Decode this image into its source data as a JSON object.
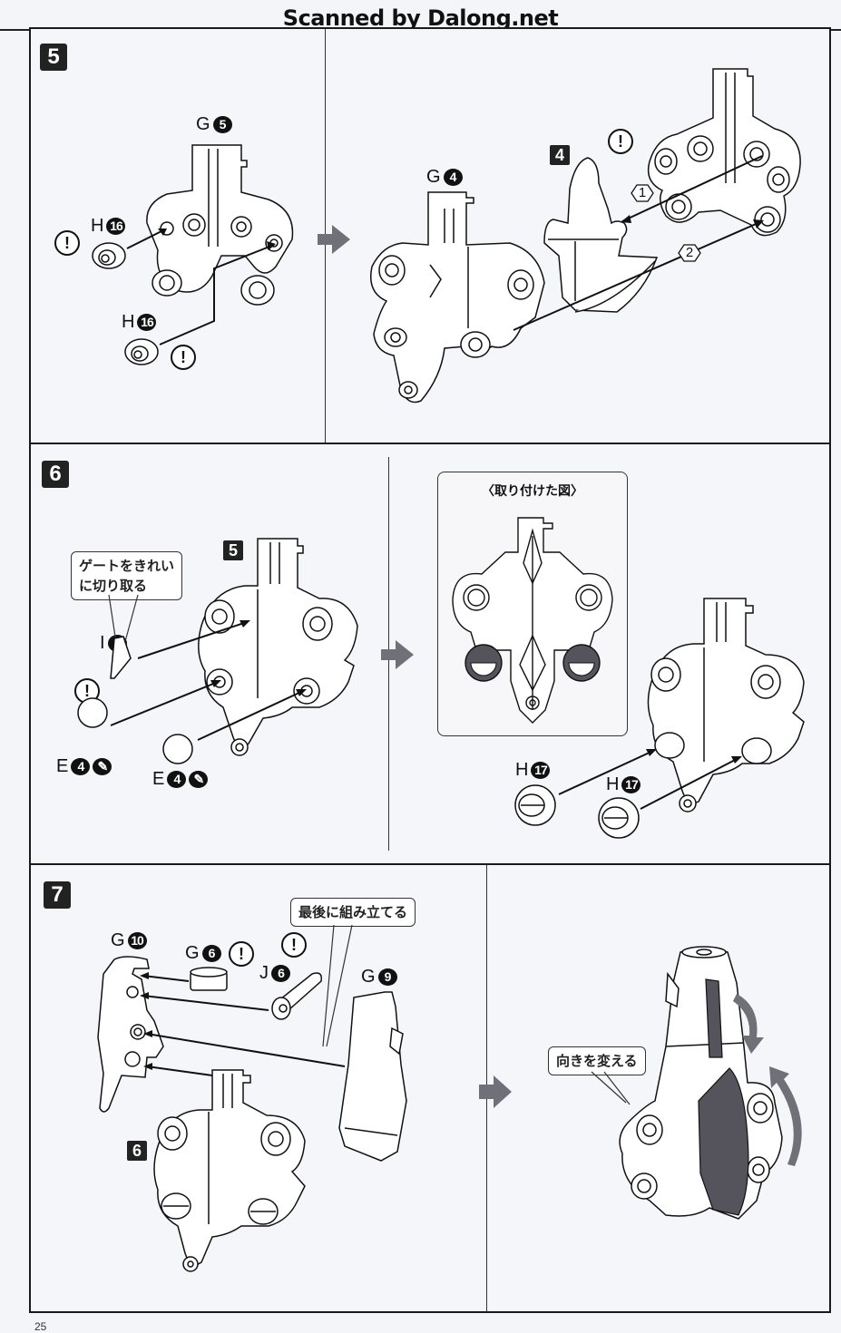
{
  "header": {
    "title": "Scanned by Dalong.net"
  },
  "steps": [
    {
      "number": "5",
      "left": {
        "parts": [
          {
            "letter": "G",
            "num": "5"
          },
          {
            "letter": "H",
            "num": "16"
          },
          {
            "letter": "H",
            "num": "16"
          }
        ],
        "warnings": [
          "!",
          "!"
        ]
      },
      "right": {
        "parts": [
          {
            "letter": "G",
            "num": "4"
          }
        ],
        "subassembly": "4",
        "warnings": [
          "!"
        ],
        "order_markers": [
          "1",
          "2"
        ]
      }
    },
    {
      "number": "6",
      "left": {
        "callout": "ゲートをきれい\nに切り取る",
        "callout_lines": [
          "ゲートをきれい",
          "に切り取る"
        ],
        "subassembly": "5",
        "parts": [
          {
            "letter": "I",
            "num": "2"
          },
          {
            "letter": "E",
            "num": "4",
            "paint_icon": "paint-brush-icon"
          },
          {
            "letter": "E",
            "num": "4",
            "paint_icon": "paint-brush-icon"
          }
        ],
        "warnings": [
          "!"
        ]
      },
      "right": {
        "inset_title": "〈取り付けた図〉",
        "parts": [
          {
            "letter": "H",
            "num": "17"
          },
          {
            "letter": "H",
            "num": "17"
          }
        ]
      }
    },
    {
      "number": "7",
      "left": {
        "callout": "最後に組み立てる",
        "subassembly": "6",
        "parts": [
          {
            "letter": "G",
            "num": "10"
          },
          {
            "letter": "G",
            "num": "6"
          },
          {
            "letter": "J",
            "num": "6"
          },
          {
            "letter": "G",
            "num": "9"
          }
        ],
        "warnings": [
          "!",
          "!"
        ]
      },
      "right": {
        "callout": "向きを変える"
      }
    }
  ],
  "icons": {
    "next_arrow": "right-arrow-icon",
    "warning": "exclamation-icon",
    "rotate": "curved-arrow-icon"
  },
  "colors": {
    "page_bg": "#f4f5f8",
    "ink": "#111111",
    "arrow_gray": "#6f7078",
    "shaded_part": "#55545c"
  },
  "footer": {
    "page_number": "25"
  }
}
